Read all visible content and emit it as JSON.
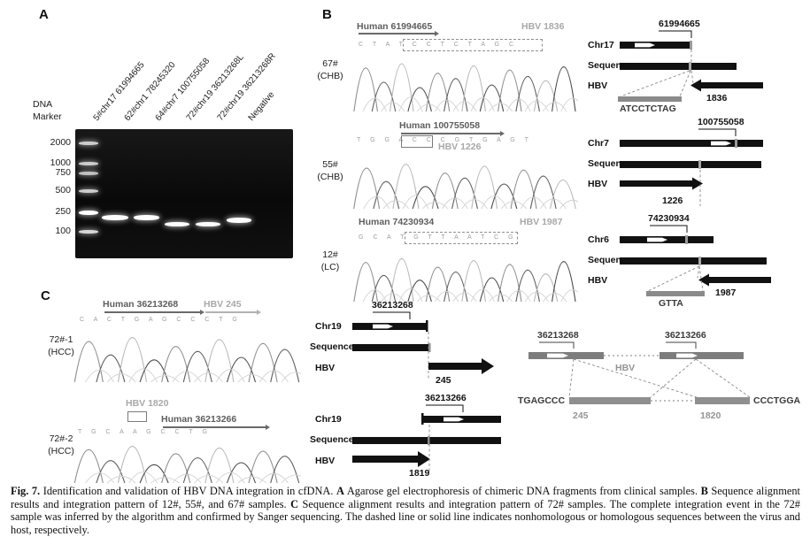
{
  "panels": {
    "a": "A",
    "b": "B",
    "c": "C"
  },
  "gel": {
    "marker_line1": "DNA",
    "marker_line2": "Marker",
    "lanes": [
      "5#chr17 61994665",
      "62#chr1 78245320",
      "64#chr7 100755058",
      "72#chr19 36213268L",
      "72#chr19 36213268R",
      "Negative"
    ],
    "ladder": [
      "2000",
      "1000",
      "750",
      "500",
      "250",
      "100"
    ]
  },
  "b_rows": [
    {
      "sample": "67#",
      "group": "(CHB)",
      "human_label": "Human 61994665",
      "hbv_label": "HBV 1836",
      "letters": "C T A T C C T C T A G C",
      "chr": "Chr17",
      "chr_pos": "61994665",
      "sequence_label": "Sequence",
      "hbv": "HBV",
      "hbv_pos": "1836",
      "junction_seq": "ATCCTCTAG"
    },
    {
      "sample": "55#",
      "group": "(CHB)",
      "human_label": "Human 100755058",
      "hbv_label": "HBV 1226",
      "letters": "T G G A C C C G T G A G T",
      "chr": "Chr7",
      "chr_pos": "100755058",
      "sequence_label": "Sequence",
      "hbv": "HBV",
      "hbv_pos": "1226",
      "junction_seq": ""
    },
    {
      "sample": "12#",
      "group": "(LC)",
      "human_label": "Human 74230934",
      "hbv_label": "HBV 1987",
      "letters": "G C A T G T T A A T C G",
      "chr": "Chr6",
      "chr_pos": "74230934",
      "sequence_label": "Sequence",
      "hbv": "HBV",
      "hbv_pos": "1987",
      "junction_seq": "GTTA"
    }
  ],
  "c_rows": [
    {
      "sample": "72#-1",
      "group": "(HCC)",
      "human_label": "Human 36213268",
      "hbv_label": "HBV 245",
      "letters": "C A C T G A G C C C T G",
      "chr": "Chr19",
      "chr_pos": "36213268",
      "sequence_label": "Sequence",
      "hbv": "HBV",
      "hbv_pos": "245"
    },
    {
      "sample": "72#-2",
      "group": "(HCC)",
      "human_label": "Human 36213266",
      "hbv_label": "HBV 1820",
      "letters": "T G C A A G C C T G",
      "chr": "Chr19",
      "chr_pos": "36213266",
      "sequence_label": "Sequence",
      "hbv": "HBV",
      "hbv_pos": "1819"
    }
  ],
  "c_combined": {
    "left_pos": "36213268",
    "right_pos": "36213266",
    "hbv": "HBV",
    "left_seq": "TGAGCCC",
    "right_seq": "CCCTGGA",
    "left_num": "245",
    "right_num": "1820"
  },
  "caption": {
    "fig_label": "Fig. 7.",
    "intro": "Identification and validation of HBV DNA integration in cfDNA.",
    "a_bold": "A",
    "a_text": "Agarose gel electrophoresis of chimeric DNA fragments from clinical samples.",
    "b_bold": "B",
    "b_text": "Sequence alignment results and integration pattern of 12#, 55#, and 67# samples.",
    "c_bold": "C",
    "c_text": "Sequence alignment results and integration pattern of 72# samples. The complete integration event in the 72# sample was inferred by the algorithm and confirmed by Sanger sequencing. The dashed line or solid line indicates nonhomologous or homologous sequences between the virus and host, respectively."
  }
}
